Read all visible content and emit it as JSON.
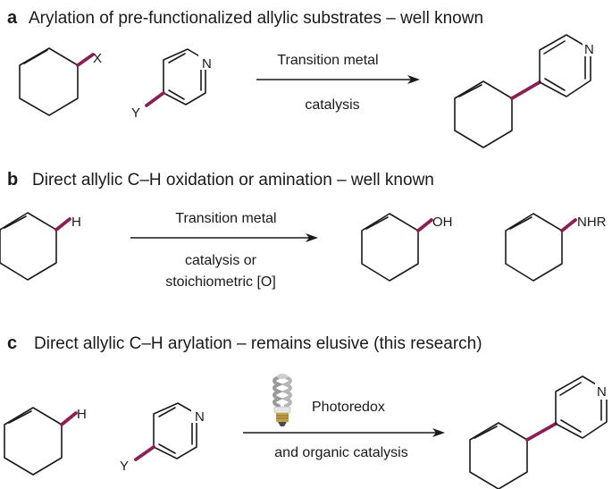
{
  "panel_a": {
    "letter": "a",
    "title": "Arylation of pre-functionalized allylic substrates – well known",
    "arrow_top": "Transition metal",
    "arrow_bottom": "catalysis",
    "x_label": "X",
    "y_label": "Y",
    "n_label": "N",
    "product_n_label": "N"
  },
  "panel_b": {
    "letter": "b",
    "title": "Direct allylic C–H oxidation or amination – well known",
    "arrow_top": "Transition metal",
    "arrow_bottom_1": "catalysis or",
    "arrow_bottom_2": "stoichiometric [O]",
    "h_label": "H",
    "oh_label": "OH",
    "nhr_label": "NHR"
  },
  "panel_c": {
    "letter": "c",
    "title": "Direct allylic C–H arylation – remains elusive (this research)",
    "arrow_top": "Photoredox",
    "arrow_bottom": "and organic catalysis",
    "h_label": "H",
    "y_label": "Y",
    "n_label": "N",
    "product_n_label": "N",
    "lamp_icon": "light-bulb-icon"
  },
  "colors": {
    "highlight_bond": "#8e1f55",
    "text": "#1a1a1a"
  }
}
